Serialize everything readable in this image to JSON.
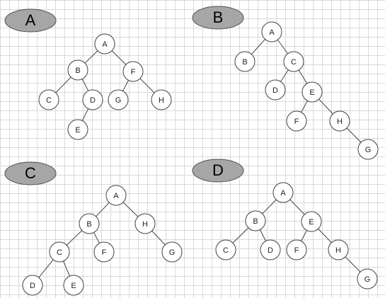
{
  "colors": {
    "grid_line": "#d9d9d9",
    "label_fill": "#a6a6a6",
    "node_fill": "#ffffff",
    "stroke": "#444444"
  },
  "panels": [
    {
      "label": "A",
      "nodes": [
        {
          "id": "a1",
          "text": "A"
        },
        {
          "id": "a2",
          "text": "B"
        },
        {
          "id": "a3",
          "text": "F"
        },
        {
          "id": "a4",
          "text": "C"
        },
        {
          "id": "a5",
          "text": "D"
        },
        {
          "id": "a6",
          "text": "G"
        },
        {
          "id": "a7",
          "text": "H"
        },
        {
          "id": "a8",
          "text": "E"
        }
      ],
      "edges": [
        [
          "a1",
          "a2"
        ],
        [
          "a1",
          "a3"
        ],
        [
          "a2",
          "a4"
        ],
        [
          "a2",
          "a5"
        ],
        [
          "a5",
          "a8"
        ],
        [
          "a3",
          "a6"
        ],
        [
          "a3",
          "a7"
        ]
      ]
    },
    {
      "label": "B",
      "nodes": [
        {
          "id": "b1",
          "text": "A"
        },
        {
          "id": "b2",
          "text": "B"
        },
        {
          "id": "b3",
          "text": "C"
        },
        {
          "id": "b4",
          "text": "D"
        },
        {
          "id": "b5",
          "text": "E"
        },
        {
          "id": "b6",
          "text": "F"
        },
        {
          "id": "b7",
          "text": "H"
        },
        {
          "id": "b8",
          "text": "G"
        }
      ],
      "edges": [
        [
          "b1",
          "b2"
        ],
        [
          "b1",
          "b3"
        ],
        [
          "b3",
          "b4"
        ],
        [
          "b3",
          "b5"
        ],
        [
          "b5",
          "b6"
        ],
        [
          "b5",
          "b7"
        ],
        [
          "b7",
          "b8"
        ]
      ]
    },
    {
      "label": "C",
      "nodes": [
        {
          "id": "c1",
          "text": "A"
        },
        {
          "id": "c2",
          "text": "B"
        },
        {
          "id": "c3",
          "text": "H"
        },
        {
          "id": "c4",
          "text": "C"
        },
        {
          "id": "c5",
          "text": "F"
        },
        {
          "id": "c6",
          "text": "G"
        },
        {
          "id": "c7",
          "text": "D"
        },
        {
          "id": "c8",
          "text": "E"
        }
      ],
      "edges": [
        [
          "c1",
          "c2"
        ],
        [
          "c1",
          "c3"
        ],
        [
          "c2",
          "c4"
        ],
        [
          "c2",
          "c5"
        ],
        [
          "c3",
          "c6"
        ],
        [
          "c4",
          "c7"
        ],
        [
          "c4",
          "c8"
        ]
      ]
    },
    {
      "label": "D",
      "nodes": [
        {
          "id": "d1",
          "text": "A"
        },
        {
          "id": "d2",
          "text": "B"
        },
        {
          "id": "d3",
          "text": "E"
        },
        {
          "id": "d4",
          "text": "C"
        },
        {
          "id": "d5",
          "text": "D"
        },
        {
          "id": "d6",
          "text": "F"
        },
        {
          "id": "d7",
          "text": "H"
        },
        {
          "id": "d8",
          "text": "G"
        }
      ],
      "edges": [
        [
          "d1",
          "d2"
        ],
        [
          "d1",
          "d3"
        ],
        [
          "d2",
          "d4"
        ],
        [
          "d2",
          "d5"
        ],
        [
          "d3",
          "d6"
        ],
        [
          "d3",
          "d7"
        ],
        [
          "d7",
          "d8"
        ]
      ]
    }
  ]
}
